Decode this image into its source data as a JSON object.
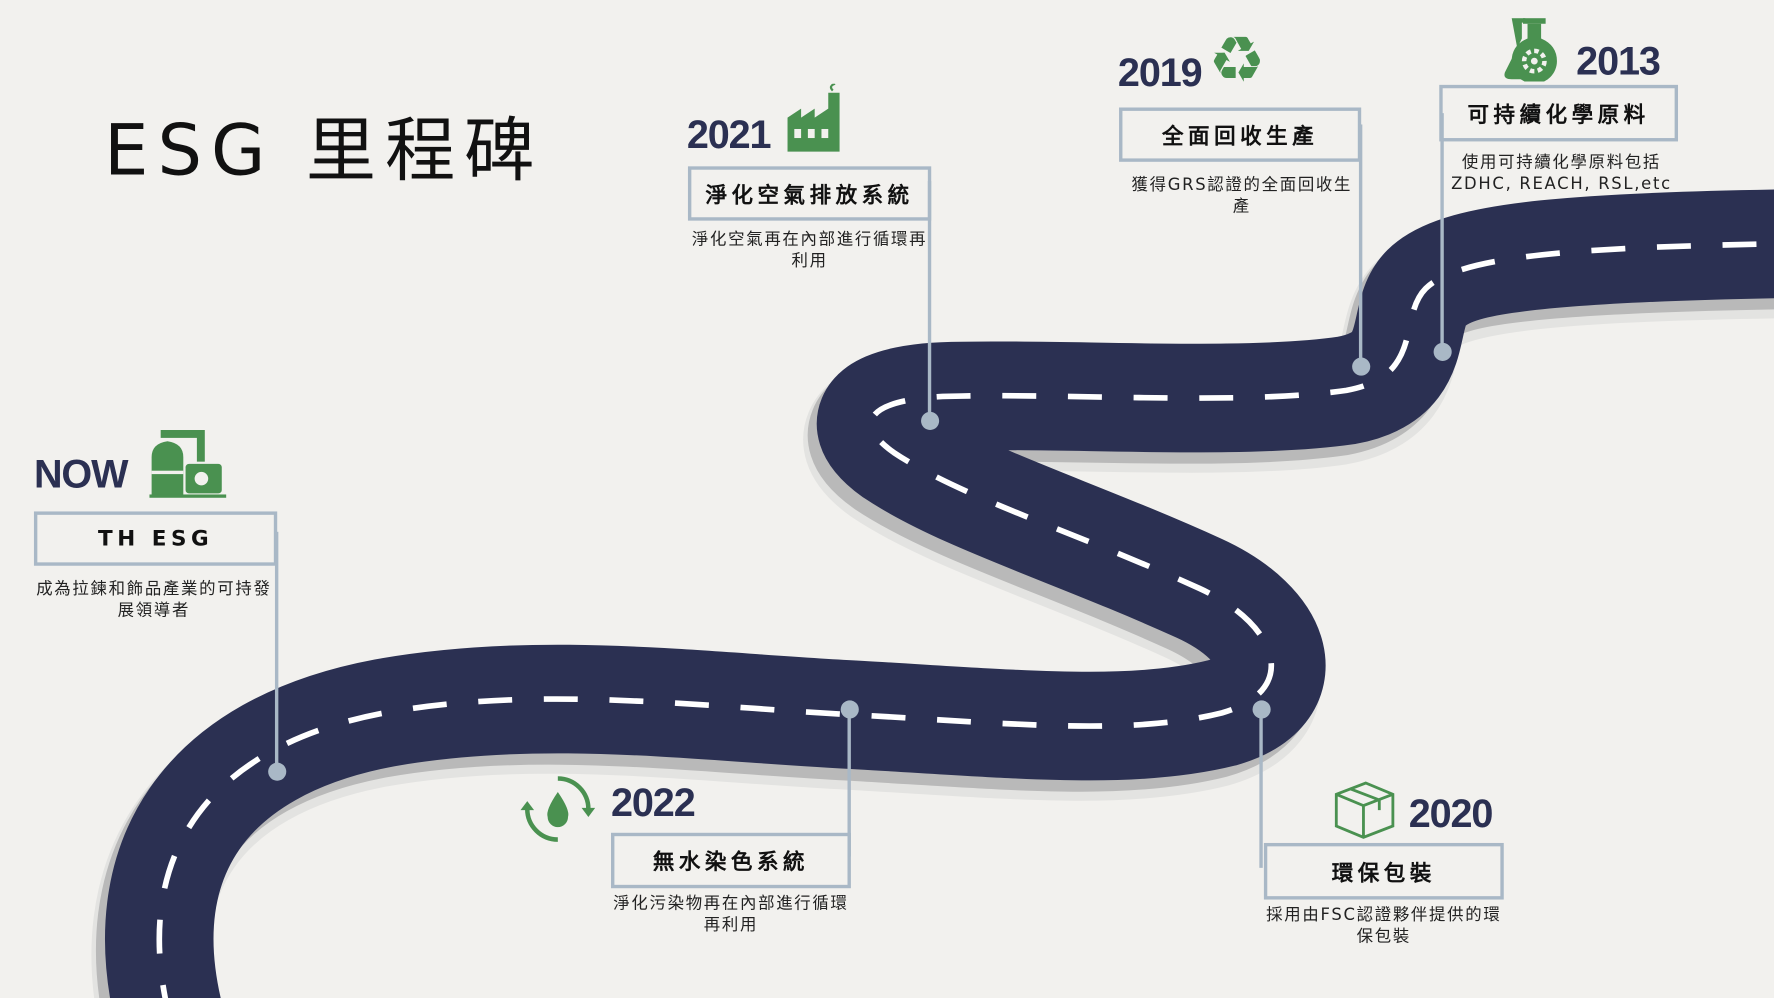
{
  "title": "ESG 里程碑",
  "colors": {
    "road": "#2b3052",
    "accent": "#4a9150",
    "connector": "#a9b8c6",
    "background": "#f2f1ee"
  },
  "milestones": {
    "now": {
      "year": "NOW",
      "heading": "TH ESG",
      "description": "成為拉鍊和飾品產業的可持發展領導者",
      "icon": "factory-tank-icon"
    },
    "y2022": {
      "year": "2022",
      "heading": "無水染色系統",
      "description": "淨化污染物再在內部進行循環再利用",
      "icon": "water-cycle-icon"
    },
    "y2021": {
      "year": "2021",
      "heading": "淨化空氣排放系統",
      "description": "淨化空氣再在內部進行循環再利用",
      "icon": "factory-icon"
    },
    "y2020": {
      "year": "2020",
      "heading": "環保包裝",
      "description": "採用由FSC認證夥伴提供的環保包裝",
      "icon": "box-icon"
    },
    "y2019": {
      "year": "2019",
      "heading": "全面回收生產",
      "description": "獲得GRS認證的全面回收生產",
      "icon": "recycle-icon"
    },
    "y2013": {
      "year": "2013",
      "heading": "可持續化學原料",
      "description": "使用可持續化學原料包括ZDHC, REACH, RSL,etc",
      "icon": "flask-gear-icon"
    }
  }
}
